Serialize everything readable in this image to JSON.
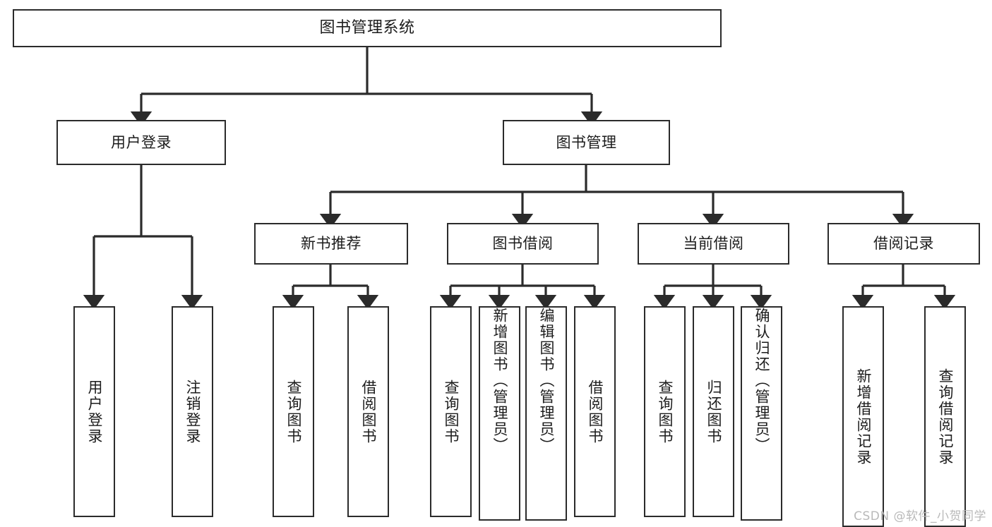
{
  "diagram": {
    "type": "hierarchy-tree",
    "title": "图书管理系统",
    "colors": {
      "box_border": "#2b2b2b",
      "box_fill": "#ffffff",
      "edge": "#2b2b2b",
      "text": "#1c1c1c",
      "watermark": "#b9b9b9",
      "background": "#ffffff"
    },
    "root": {
      "label": "图书管理系统"
    },
    "level1": [
      {
        "label": "用户登录"
      },
      {
        "label": "图书管理"
      }
    ],
    "level2": [
      {
        "label": "新书推荐"
      },
      {
        "label": "图书借阅"
      },
      {
        "label": "当前借阅"
      },
      {
        "label": "借阅记录"
      }
    ],
    "leaves": {
      "user_login": [
        {
          "label": "用户登录"
        },
        {
          "label": "注销登录"
        }
      ],
      "new_book_recommend": [
        {
          "label": "查询图书"
        },
        {
          "label": "借阅图书"
        }
      ],
      "book_borrow": [
        {
          "label": "查询图书"
        },
        {
          "label": "新增图书（管理员）"
        },
        {
          "label": "编辑图书（管理员）"
        },
        {
          "label": "借阅图书"
        }
      ],
      "current_borrow": [
        {
          "label": "查询图书"
        },
        {
          "label": "归还图书"
        },
        {
          "label": "确认归还（管理员）"
        }
      ],
      "borrow_record": [
        {
          "label": "新增借阅记录"
        },
        {
          "label": "查询借阅记录"
        }
      ]
    }
  },
  "watermark": {
    "text": "CSDN @软件_小贺同学"
  }
}
